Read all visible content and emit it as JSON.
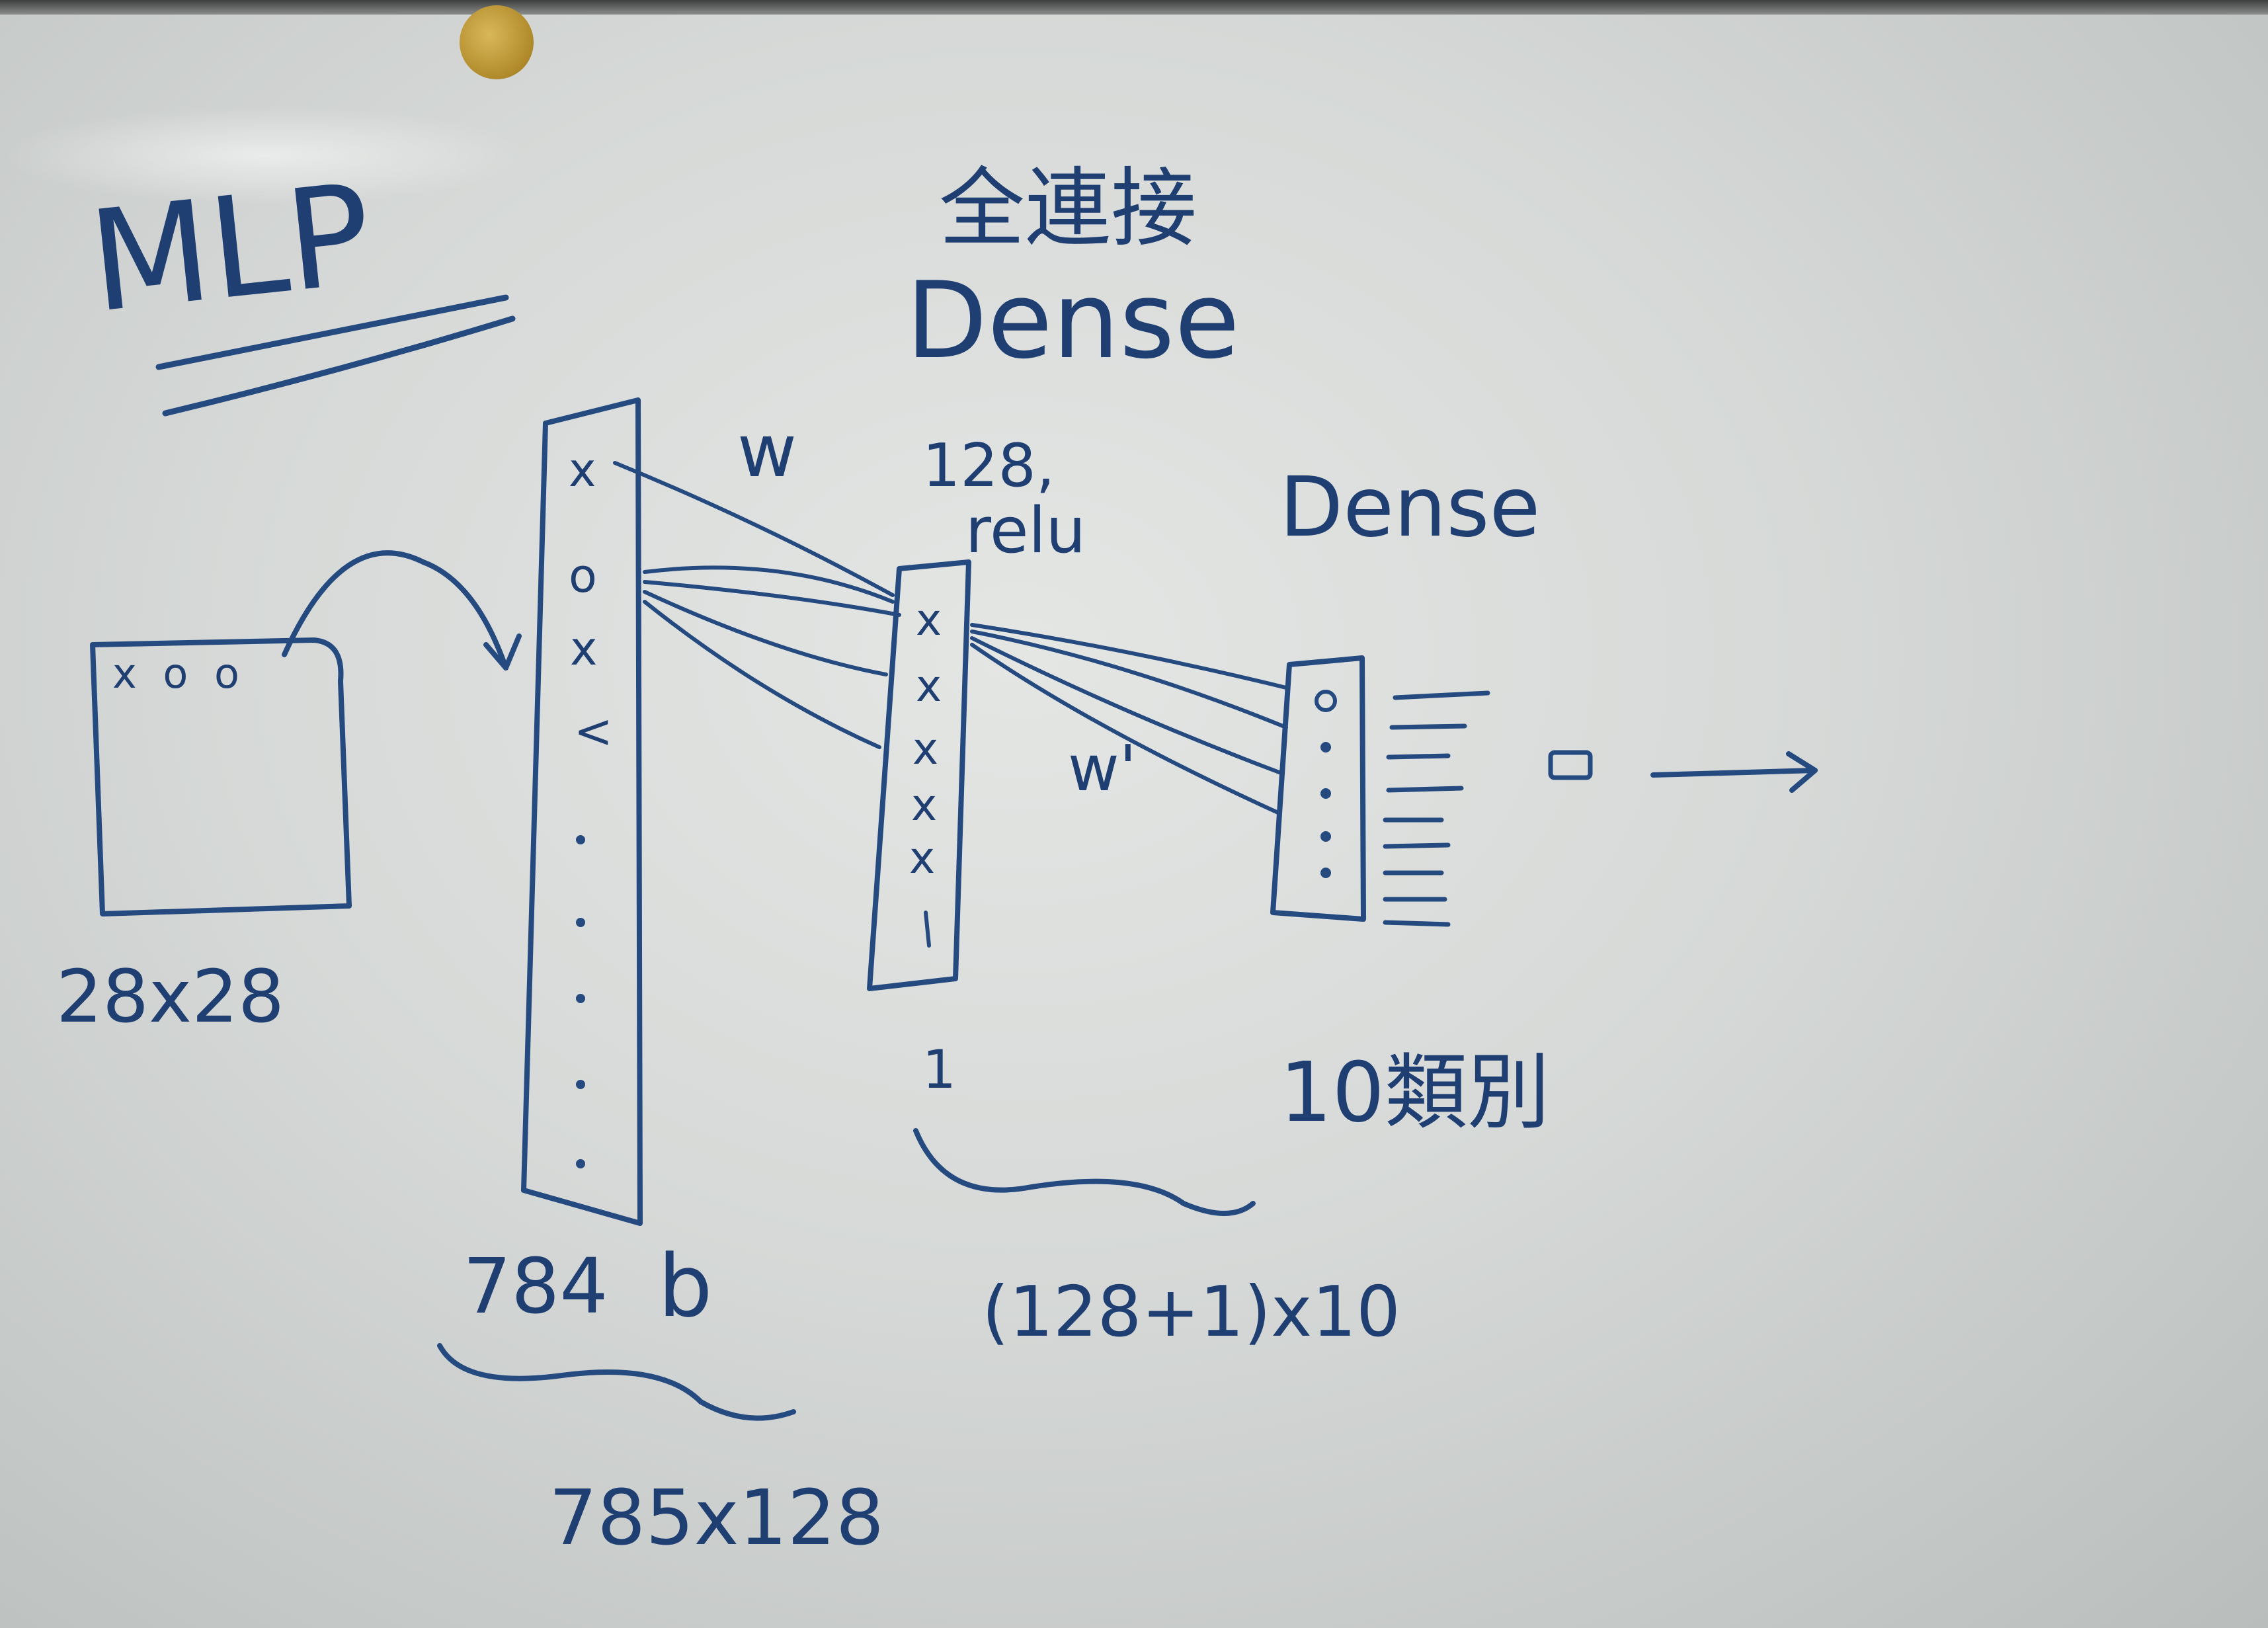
{
  "board": {
    "title": "MLP",
    "header_cn": "全連接",
    "header_layer": "Dense"
  },
  "input_image": {
    "first_row": "x o o",
    "size_label": "28x28"
  },
  "flatten_layer": {
    "cells": [
      "x",
      "o",
      "x",
      "<"
    ],
    "size_label": "784",
    "bias_label": "b",
    "param_label": "785x128"
  },
  "hidden_layer": {
    "layer_label": "Dense",
    "units_label": "128,",
    "activation_label": "relu",
    "weight_label": "w",
    "cells": [
      "x",
      "x",
      "x",
      "x",
      "x"
    ],
    "bias_mark": "1",
    "param_label": "(128+1)x10"
  },
  "output_layer": {
    "layer_label": "Dense",
    "weight_label": "w'",
    "classes_label": "10類別"
  }
}
